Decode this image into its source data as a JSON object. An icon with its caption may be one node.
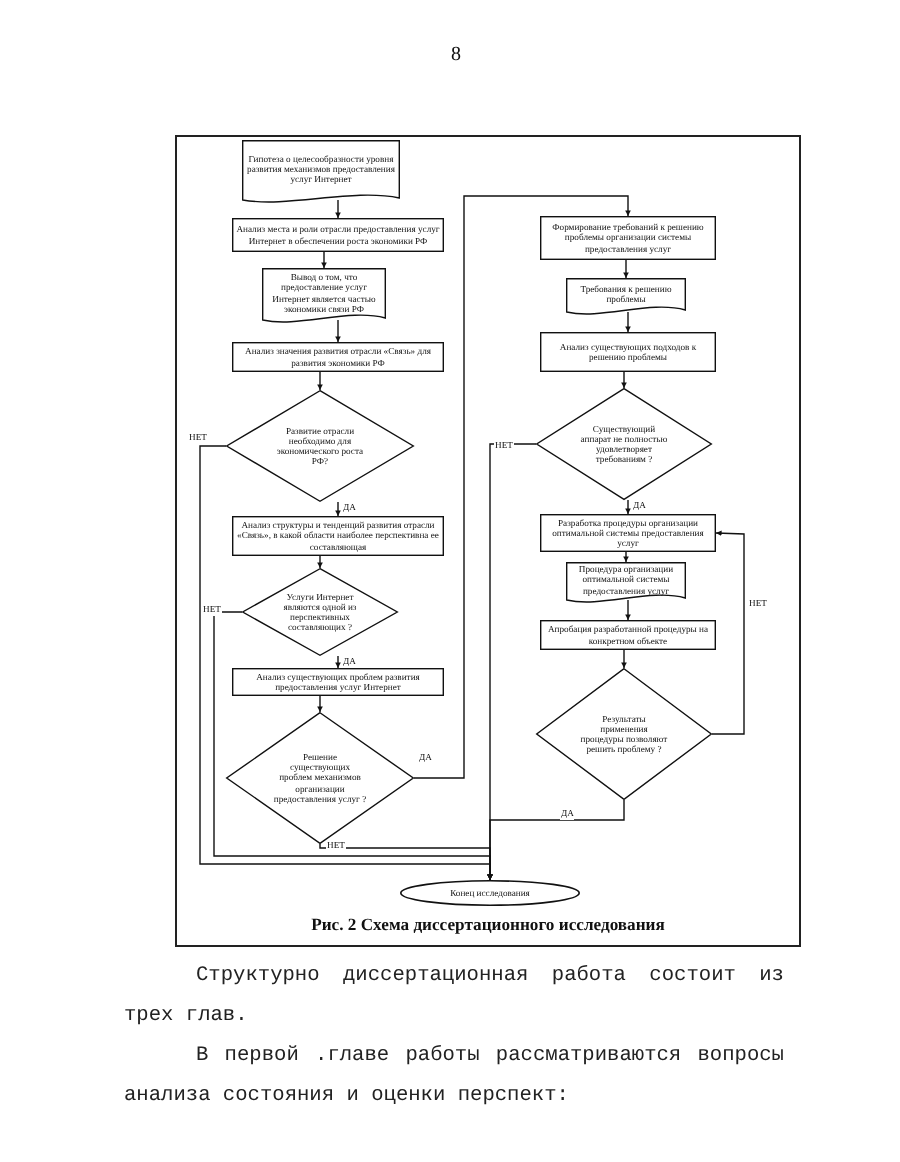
{
  "diagram": {
    "caption": "Рис. 2 Схема диссертационного исследования",
    "nodes": [
      {
        "text": [
          "Гипотеза о целесообразности уровня развития механизмов предоставления услуг Интернет"
        ]
      },
      {
        "text": [
          "Анализ места и роли отрасли предоставления услуг Интернет в обеспечении роста экономики РФ"
        ]
      },
      {
        "text": [
          "Вывод о том, что предоставление услуг Интернет является частью экономики связи РФ"
        ]
      },
      {
        "text": [
          "Анализ значения развития отрасли «Связь» для развития экономики РФ"
        ]
      },
      {
        "text": [
          "Развитие отрасли необходимо для экономического роста РФ?"
        ]
      },
      {
        "text": [
          "Анализ структуры и тенденций развития отрасли «Связь», в какой области наиболее перспективна ее составляющая"
        ]
      },
      {
        "text": [
          "Услуги Интернет являются одной из перспективных составляющих ?"
        ]
      },
      {
        "text": [
          "Анализ существующих проблем развития предоставления услуг Интернет"
        ]
      },
      {
        "text": [
          "Решение существующих проблем механизмов организации предоставления услуг ?"
        ]
      },
      {
        "text": [
          "Формирование требований к решению проблемы организации системы предоставления услуг"
        ]
      },
      {
        "text": [
          "Требования к решению проблемы"
        ]
      },
      {
        "text": [
          "Анализ существующих подходов к решению проблемы"
        ]
      },
      {
        "text": [
          "Существующий аппарат не полностью удовлетворяет требованиям ?"
        ]
      },
      {
        "text": [
          "Разработка процедуры организации оптимальной системы предоставления услуг"
        ]
      },
      {
        "text": [
          "Процедура организации оптимальной системы предоставления услуг"
        ]
      },
      {
        "text": [
          "Апробация разработанной процедуры на конкретном объекте"
        ]
      },
      {
        "text": [
          "Результаты применения процедуры позволяют решить проблему ?"
        ]
      },
      {
        "text": [
          "Конец исследования"
        ]
      }
    ],
    "edges": [
      {
        "from": 0,
        "to": 1,
        "arrow": "to"
      },
      {
        "from": 1,
        "to": 2,
        "arrow": "to"
      },
      {
        "from": 2,
        "to": 3,
        "arrow": "to"
      },
      {
        "from": 3,
        "to": 4,
        "arrow": "to"
      },
      {
        "from": 4,
        "to": 5,
        "arrow": "to",
        "label": "ДА"
      },
      {
        "from": 4,
        "to": 17,
        "arrow": "to",
        "label": "НЕТ"
      },
      {
        "from": 5,
        "to": 6,
        "arrow": "to"
      },
      {
        "from": 6,
        "to": 7,
        "arrow": "to",
        "label": "ДА"
      },
      {
        "from": 6,
        "to": 17,
        "arrow": "to",
        "label": "НЕТ"
      },
      {
        "from": 7,
        "to": 8,
        "arrow": "to"
      },
      {
        "from": 8,
        "to": 9,
        "arrow": "to",
        "label": "ДА"
      },
      {
        "from": 8,
        "to": 17,
        "arrow": "to",
        "label": "НЕТ"
      },
      {
        "from": 9,
        "to": 10,
        "arrow": "to"
      },
      {
        "from": 10,
        "to": 11,
        "arrow": "to"
      },
      {
        "from": 11,
        "to": 12,
        "arrow": "to"
      },
      {
        "from": 12,
        "to": 13,
        "arrow": "to",
        "label": "ДА"
      },
      {
        "from": 12,
        "to": 17,
        "arrow": "to",
        "label": "НЕТ"
      },
      {
        "from": 13,
        "to": 14,
        "arrow": "to"
      },
      {
        "from": 14,
        "to": 15,
        "arrow": "to"
      },
      {
        "from": 15,
        "to": 16,
        "arrow": "to"
      },
      {
        "from": 16,
        "to": 13,
        "arrow": "to",
        "label": "НЕТ"
      },
      {
        "from": 16,
        "to": 17,
        "arrow": "to",
        "label": "ДА"
      }
    ],
    "labels": [
      "8",
      "Структурно   диссертационная работа состоит из трех глав.",
      "В первой .главе работы рассматриваются вопросы анализа состояния и оценки перспект:"
    ]
  }
}
